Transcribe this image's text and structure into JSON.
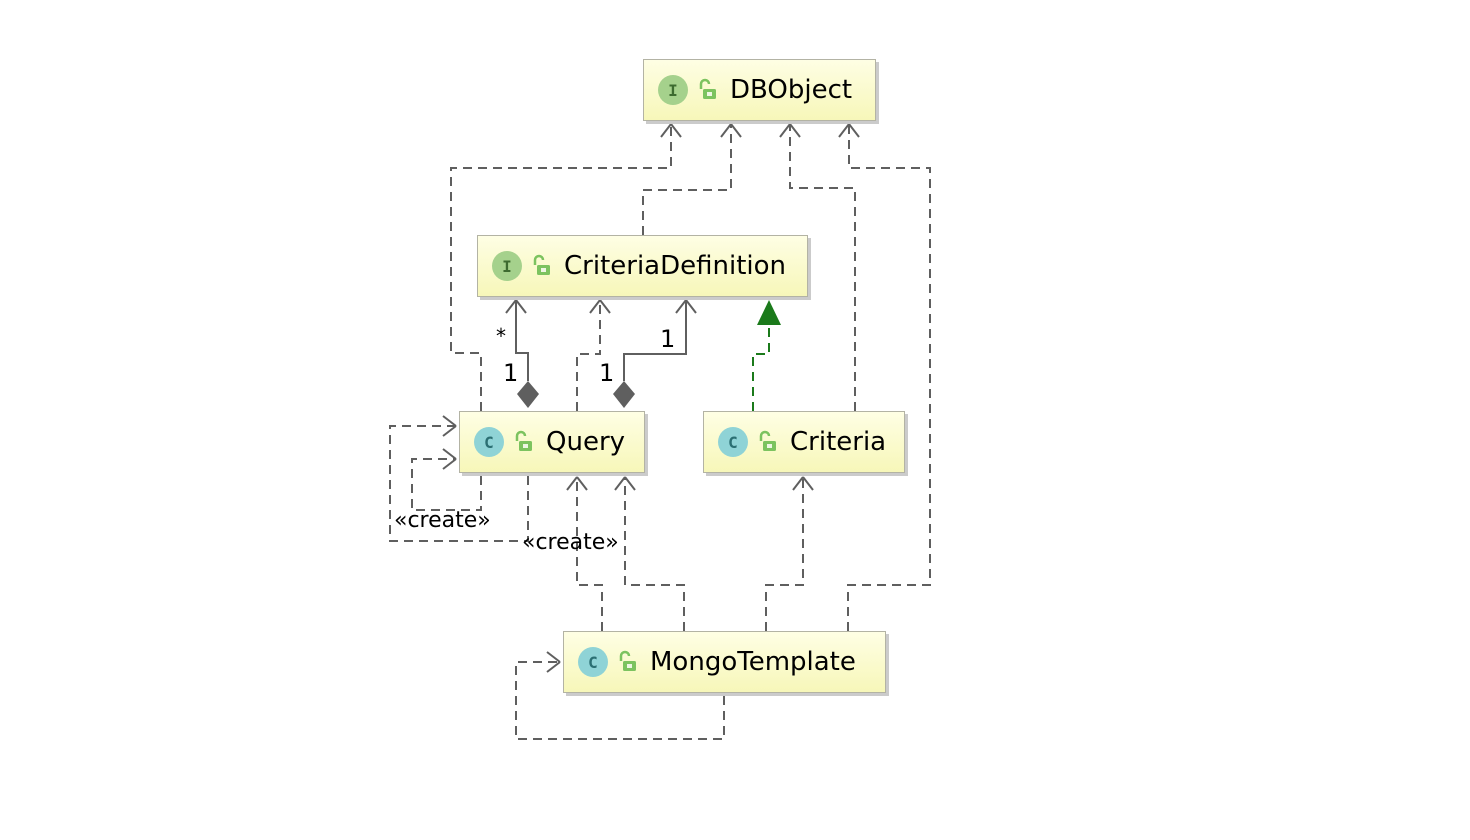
{
  "nodes": {
    "dbobject": {
      "name": "DBObject",
      "kind": "I",
      "kind_type": "interface"
    },
    "criteria_definition": {
      "name": "CriteriaDefinition",
      "kind": "I",
      "kind_type": "interface"
    },
    "query": {
      "name": "Query",
      "kind": "C",
      "kind_type": "class"
    },
    "criteria": {
      "name": "Criteria",
      "kind": "C",
      "kind_type": "class"
    },
    "mongo_template": {
      "name": "MongoTemplate",
      "kind": "C",
      "kind_type": "class"
    }
  },
  "edge_labels": {
    "star": "*",
    "one_left": "1",
    "one_middle": "1",
    "one_right": "1",
    "create_left": "«create»",
    "create_right": "«create»"
  },
  "colors": {
    "dependency": "#5f5f5f",
    "realization": "#1b7a1b",
    "composition": "#5f5f5f"
  }
}
